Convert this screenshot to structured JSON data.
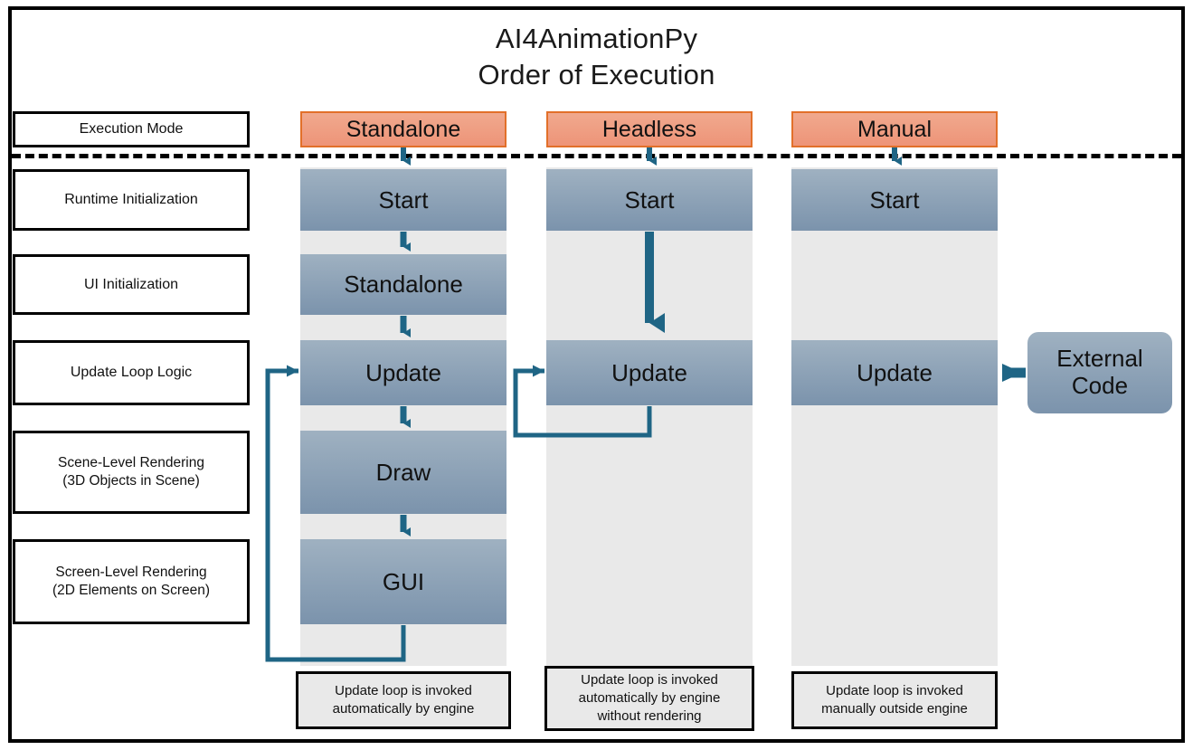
{
  "title": {
    "main": "AI4AnimationPy",
    "sub": "Order of Execution"
  },
  "colors": {
    "header_fill_top": "#f0a98e",
    "header_fill_bottom": "#ee9478",
    "header_border": "#e2702a",
    "node_fill_top": "#9fb1c1",
    "node_fill_bottom": "#7b93ac",
    "lane_bg": "#e9e9e9",
    "arrow": "#1f6585",
    "frame": "#000000",
    "caption_bg": "#e9e9e9"
  },
  "row_labels": [
    {
      "id": "execution-mode",
      "text": "Execution Mode"
    },
    {
      "id": "runtime-initialization",
      "text": "Runtime Initialization"
    },
    {
      "id": "ui-initialization",
      "text": "UI Initialization"
    },
    {
      "id": "update-loop-logic",
      "text": "Update Loop Logic"
    },
    {
      "id": "scene-level-rendering",
      "line1": "Scene-Level Rendering",
      "line2": "(3D Objects in Scene)"
    },
    {
      "id": "screen-level-rendering",
      "line1": "Screen-Level Rendering",
      "line2": "(2D Elements on Screen)"
    }
  ],
  "columns": [
    {
      "id": "standalone",
      "header": "Standalone",
      "nodes": [
        {
          "id": "standalone-start",
          "label": "Start"
        },
        {
          "id": "standalone-standalone",
          "label": "Standalone"
        },
        {
          "id": "standalone-update",
          "label": "Update"
        },
        {
          "id": "standalone-draw",
          "label": "Draw"
        },
        {
          "id": "standalone-gui",
          "label": "GUI"
        }
      ],
      "caption": {
        "line1": "Update loop is invoked",
        "line2": "automatically by engine"
      }
    },
    {
      "id": "headless",
      "header": "Headless",
      "nodes": [
        {
          "id": "headless-start",
          "label": "Start"
        },
        {
          "id": "headless-update",
          "label": "Update"
        }
      ],
      "caption": {
        "line1": "Update loop is invoked",
        "line2": "automatically by engine",
        "line3": "without rendering"
      }
    },
    {
      "id": "manual",
      "header": "Manual",
      "nodes": [
        {
          "id": "manual-start",
          "label": "Start"
        },
        {
          "id": "manual-update",
          "label": "Update"
        }
      ],
      "caption": {
        "line1": "Update loop is invoked",
        "line2": "manually outside engine"
      }
    }
  ],
  "external_code": {
    "line1": "External",
    "line2": "Code"
  }
}
